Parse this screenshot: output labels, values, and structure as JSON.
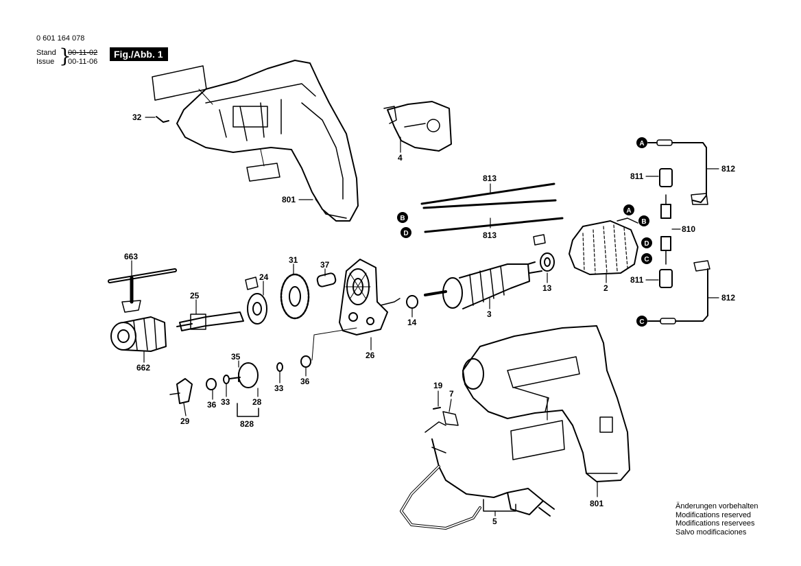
{
  "header": {
    "part_number": "0 601 164 078",
    "stand_label": "Stand",
    "stand_date": "00-11-02",
    "issue_label": "Issue",
    "issue_date": "00-11-06",
    "figure": "Fig./Abb. 1"
  },
  "notes": [
    "Änderungen vorbehalten",
    "Modifications reserved",
    "Modifications reservees",
    "Salvo modificaciones"
  ],
  "parts": [
    {
      "id": "32"
    },
    {
      "id": "801"
    },
    {
      "id": "4"
    },
    {
      "id": "813"
    },
    {
      "id": "813"
    },
    {
      "id": "812"
    },
    {
      "id": "811"
    },
    {
      "id": "810"
    },
    {
      "id": "811"
    },
    {
      "id": "812"
    },
    {
      "id": "663"
    },
    {
      "id": "24"
    },
    {
      "id": "25"
    },
    {
      "id": "31"
    },
    {
      "id": "37"
    },
    {
      "id": "13"
    },
    {
      "id": "2"
    },
    {
      "id": "3"
    },
    {
      "id": "14"
    },
    {
      "id": "26"
    },
    {
      "id": "662"
    },
    {
      "id": "35"
    },
    {
      "id": "28"
    },
    {
      "id": "33"
    },
    {
      "id": "36"
    },
    {
      "id": "36"
    },
    {
      "id": "33"
    },
    {
      "id": "29"
    },
    {
      "id": "828"
    },
    {
      "id": "19"
    },
    {
      "id": "7"
    },
    {
      "id": "5"
    },
    {
      "id": "801"
    }
  ],
  "refs": [
    "A",
    "B",
    "D",
    "A",
    "B",
    "D",
    "C",
    "C"
  ]
}
